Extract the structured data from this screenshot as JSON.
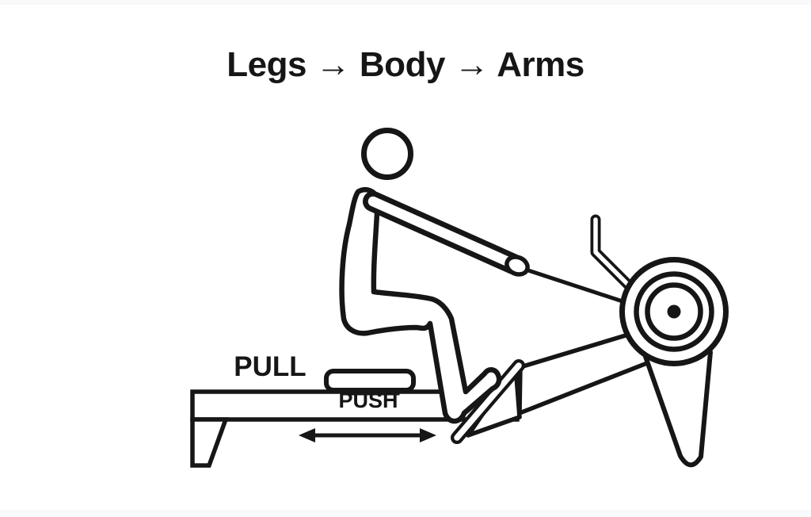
{
  "title": "Legs → Body → Arms",
  "labels": {
    "pull": "PULL",
    "push": "PUSH"
  },
  "colors": {
    "ink": "#161616",
    "background": "#ffffff"
  },
  "diagram": {
    "description": "Outline drawing of a rower at the catch on an indoor rowing machine",
    "sequence": [
      "Legs",
      "Body",
      "Arms"
    ]
  }
}
